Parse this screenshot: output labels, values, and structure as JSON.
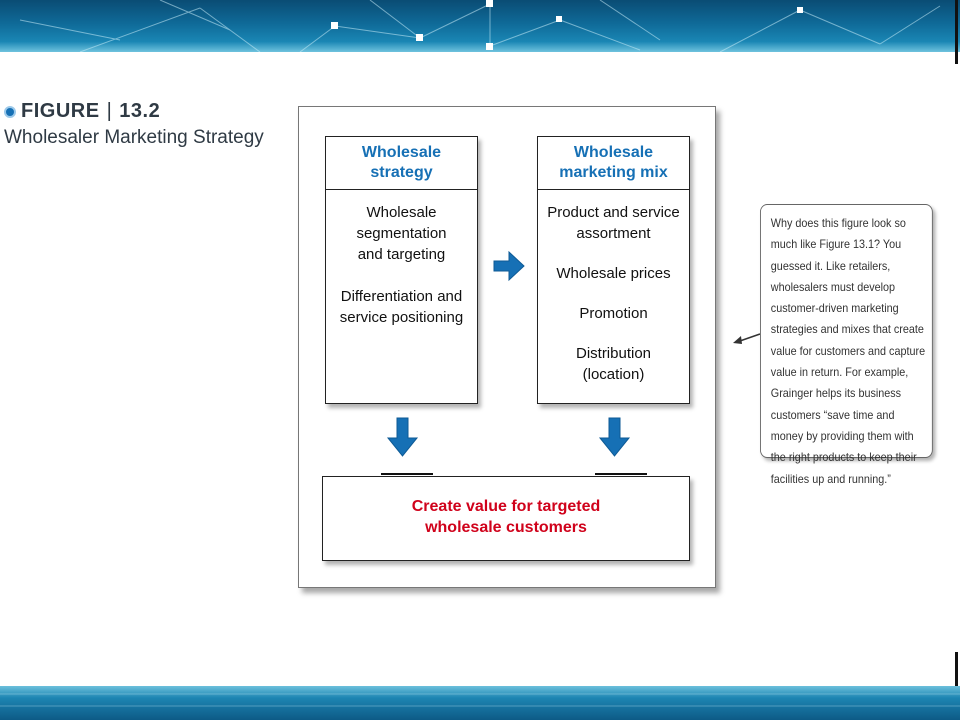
{
  "figure": {
    "label": "FIGURE",
    "separator": "|",
    "number": "13.2",
    "title": "Wholesaler Marketing Strategy"
  },
  "strategy_box": {
    "header": "Wholesale strategy",
    "items": [
      "Wholesale segmentation and targeting",
      "Differentiation and service positioning"
    ]
  },
  "mix_box": {
    "header": "Wholesale marketing mix",
    "items": [
      "Product and service assortment",
      "Wholesale prices",
      "Promotion",
      "Distribution (location)"
    ]
  },
  "result_box": {
    "text": "Create value for targeted wholesale customers"
  },
  "callout": {
    "text": "Why does this figure look so much like Figure 13.1? You guessed it. Like retailers, wholesalers must develop customer-driven marketing strategies and mixes that create value for customers and capture value in return. For example, Grainger helps its business customers “save time and money by providing them with the right products to keep their facilities up and running.”"
  },
  "colors": {
    "accent_blue": "#1670b5",
    "highlight_red": "#d0021b",
    "banner_dark": "#0a4c74",
    "banner_light": "#6fc3de"
  },
  "icons": {
    "figure_bullet": "circle-bullet-icon",
    "flow_arrows": "arrow-icon",
    "callout_pointer": "arrow-left-icon"
  }
}
